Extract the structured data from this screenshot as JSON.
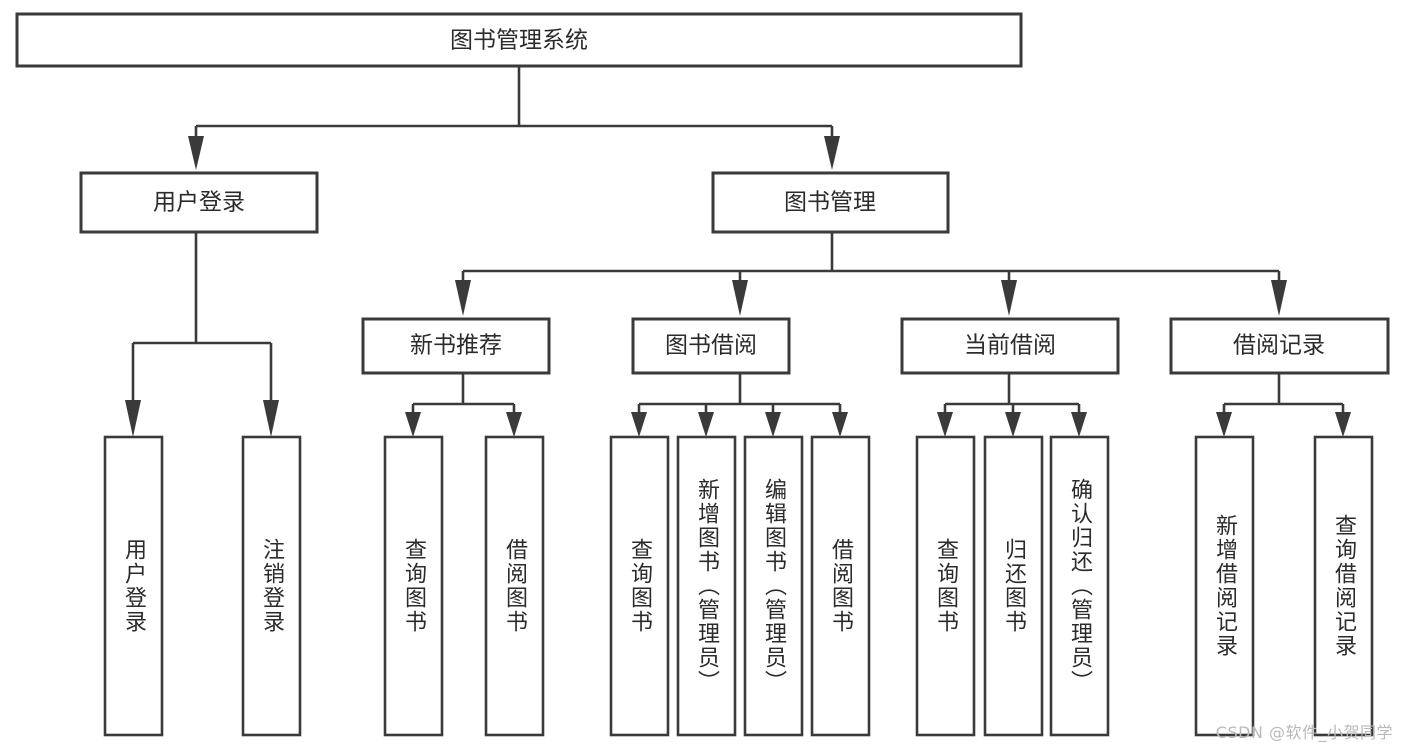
{
  "diagram": {
    "title": "图书管理系统",
    "type": "tree-hierarchy-diagram",
    "colors": {
      "stroke": "#3a3a3a",
      "fill": "#ffffff",
      "text": "#2b2b2b",
      "watermark": "#b9b9b9"
    },
    "levels": {
      "root": {
        "label": "图书管理系统",
        "orientation": "horizontal"
      },
      "level1": [
        {
          "label": "用户登录",
          "orientation": "horizontal"
        },
        {
          "label": "图书管理",
          "orientation": "horizontal"
        }
      ],
      "level2": [
        {
          "label": "新书推荐",
          "orientation": "horizontal",
          "parent": "图书管理"
        },
        {
          "label": "图书借阅",
          "orientation": "horizontal",
          "parent": "图书管理"
        },
        {
          "label": "当前借阅",
          "orientation": "horizontal",
          "parent": "图书管理"
        },
        {
          "label": "借阅记录",
          "orientation": "horizontal",
          "parent": "图书管理"
        }
      ],
      "leaves": [
        {
          "label": "用户登录",
          "orientation": "vertical",
          "parent": "用户登录"
        },
        {
          "label": "注销登录",
          "orientation": "vertical",
          "parent": "用户登录"
        },
        {
          "label": "查询图书",
          "orientation": "vertical",
          "parent": "新书推荐"
        },
        {
          "label": "借阅图书",
          "orientation": "vertical",
          "parent": "新书推荐"
        },
        {
          "label": "查询图书",
          "orientation": "vertical",
          "parent": "图书借阅"
        },
        {
          "label": "新增图书（管理员）",
          "orientation": "vertical",
          "parent": "图书借阅"
        },
        {
          "label": "编辑图书（管理员）",
          "orientation": "vertical",
          "parent": "图书借阅"
        },
        {
          "label": "借阅图书",
          "orientation": "vertical",
          "parent": "图书借阅"
        },
        {
          "label": "查询图书",
          "orientation": "vertical",
          "parent": "当前借阅"
        },
        {
          "label": "归还图书",
          "orientation": "vertical",
          "parent": "当前借阅"
        },
        {
          "label": "确认归还（管理员）",
          "orientation": "vertical",
          "parent": "当前借阅"
        },
        {
          "label": "新增借阅记录",
          "orientation": "vertical",
          "parent": "借阅记录"
        },
        {
          "label": "查询借阅记录",
          "orientation": "vertical",
          "parent": "借阅记录"
        }
      ]
    }
  },
  "watermark": {
    "text": "CSDN @软件_小贺同学"
  }
}
